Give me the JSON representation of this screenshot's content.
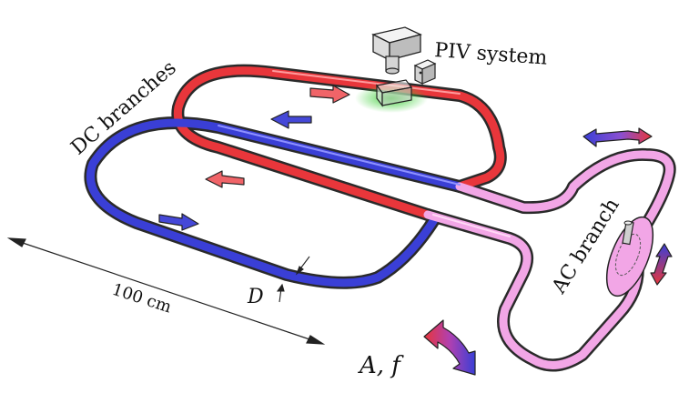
{
  "labels": {
    "piv": "PIV system",
    "dc": "DC branches",
    "ac": "AC branch",
    "length": "100 cm",
    "diameter": "D",
    "af": "A, f"
  },
  "colors": {
    "red": "#e8363b",
    "blue": "#3a3fd6",
    "pink": "#f2a6e6",
    "green": "#3fd03a",
    "outline": "#222222"
  },
  "icons": [
    "camera-icon",
    "laser-icon",
    "flow-arrow-icon",
    "oscillation-arrow-icon"
  ]
}
